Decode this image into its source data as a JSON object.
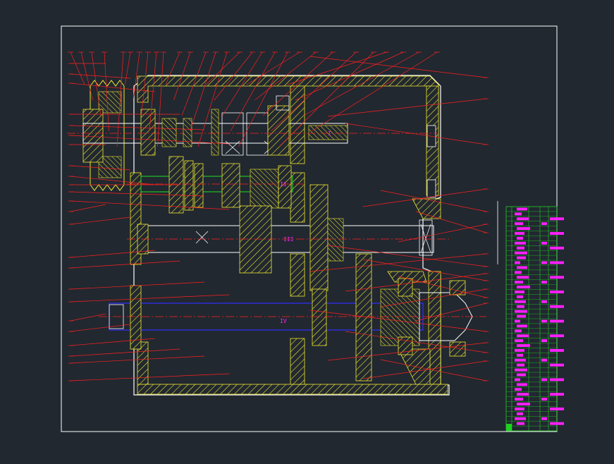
{
  "drawing": {
    "background_color": "#212830",
    "colors": {
      "outline": "#ffffff",
      "hatch": "#f0e830",
      "leader": "#ff2020",
      "centerline": "#ff2020",
      "shaft_green": "#20e020",
      "shaft_blue": "#3030ff",
      "shaft_label": "#ff20ff",
      "table_grid": "#20d020",
      "table_fill": "#ff20ff",
      "bearing_cross": "#ffffff",
      "pulley": "#f0e830"
    },
    "shaft_labels": [
      "I",
      "II",
      "III",
      "IV"
    ],
    "parts_table": {
      "rows": 46,
      "columns": 4
    }
  }
}
